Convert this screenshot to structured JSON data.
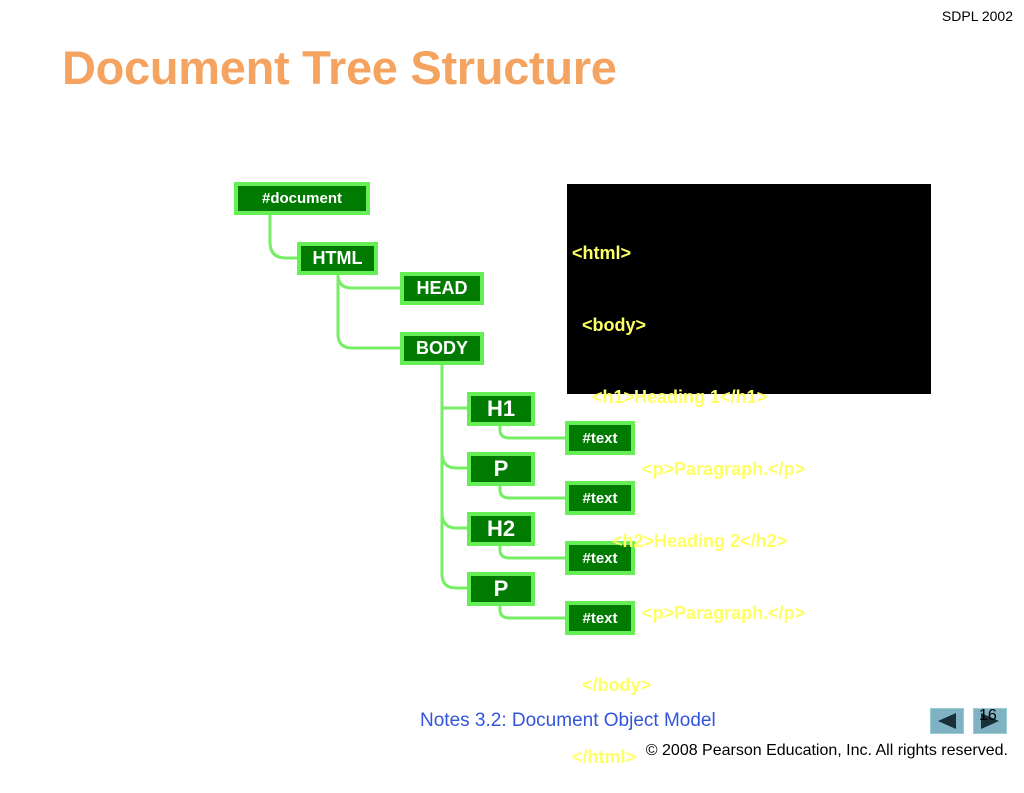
{
  "header": {
    "corner_text": "SDPL 2002",
    "title": "Document Tree Structure"
  },
  "tree": {
    "document": "#document",
    "html": "HTML",
    "head": "HEAD",
    "body": "BODY",
    "h1": "H1",
    "p1": "P",
    "h2": "H2",
    "p2": "P",
    "text1": "#text",
    "text2": "#text",
    "text3": "#text",
    "text4": "#text"
  },
  "code_lines": [
    "<html>",
    "  <body>",
    "    <h1>Heading 1</h1>",
    "              <p>Paragraph.</p>",
    "        <h2>Heading 2</h2>",
    "              <p>Paragraph.</p>",
    "  </body>",
    "</html>"
  ],
  "footer": {
    "notes_link": "Notes 3.2: Document Object Model",
    "copyright": "© 2008 Pearson Education, Inc.  All rights reserved.",
    "page_number": "16"
  },
  "colors": {
    "title": "#F4A460",
    "node_fill": "#007A00",
    "node_border": "#66EE55",
    "code_text": "#FFFF66",
    "link": "#3355DD"
  },
  "icons": {
    "prev": "triangle-left-icon",
    "next": "triangle-right-icon"
  }
}
